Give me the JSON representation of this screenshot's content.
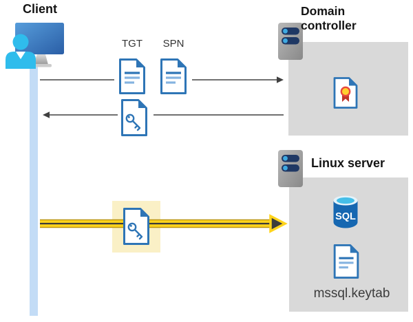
{
  "client": {
    "label": "Client"
  },
  "tickets": {
    "tgt_label": "TGT",
    "spn_label": "SPN"
  },
  "domain_controller": {
    "label": "Domain controller"
  },
  "linux_server": {
    "label": "Linux server",
    "database_label": "SQL",
    "keytab_label": "mssql.keytab"
  },
  "icons": {
    "client": "user-at-computer-icon",
    "servers": "server-icon",
    "tgt": "document-icon",
    "spn": "document-icon",
    "ticket": "key-document-icon",
    "domain_controller_content": "certificate-icon",
    "database": "sql-database-icon",
    "keytab": "document-icon"
  },
  "colors": {
    "document_blue": "#2E75B6",
    "document_line_light": "#85B3E0",
    "lifeline_blue": "#C3DCF6",
    "box_gray": "#D9D9D9",
    "server_slot_navy": "#1F3864",
    "server_dot_cyan": "#3FA9E1",
    "person_cyan": "#2FBCEC",
    "arrow_gray": "#404040",
    "arrow_yellow": "#FFD41C",
    "arrow_yellow_edge": "#BD9712",
    "highlight_yellow": "#FAF0C6",
    "sql_body_blue": "#1667B1",
    "sql_top_cyan": "#45BEE8",
    "certificate_gold": "#FFD02E",
    "certificate_red": "#C13428"
  }
}
